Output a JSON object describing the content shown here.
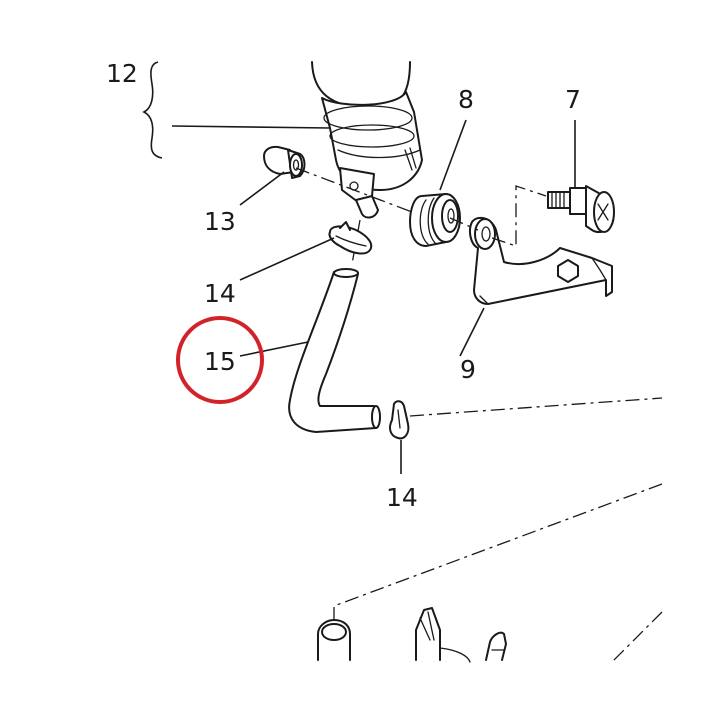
{
  "labels": {
    "p12": "12",
    "p8": "8",
    "p7": "7",
    "p13": "13",
    "p14a": "14",
    "p15": "15",
    "p9": "9",
    "p14b": "14"
  },
  "highlight": {
    "target": "15",
    "color": "#d2232a"
  }
}
